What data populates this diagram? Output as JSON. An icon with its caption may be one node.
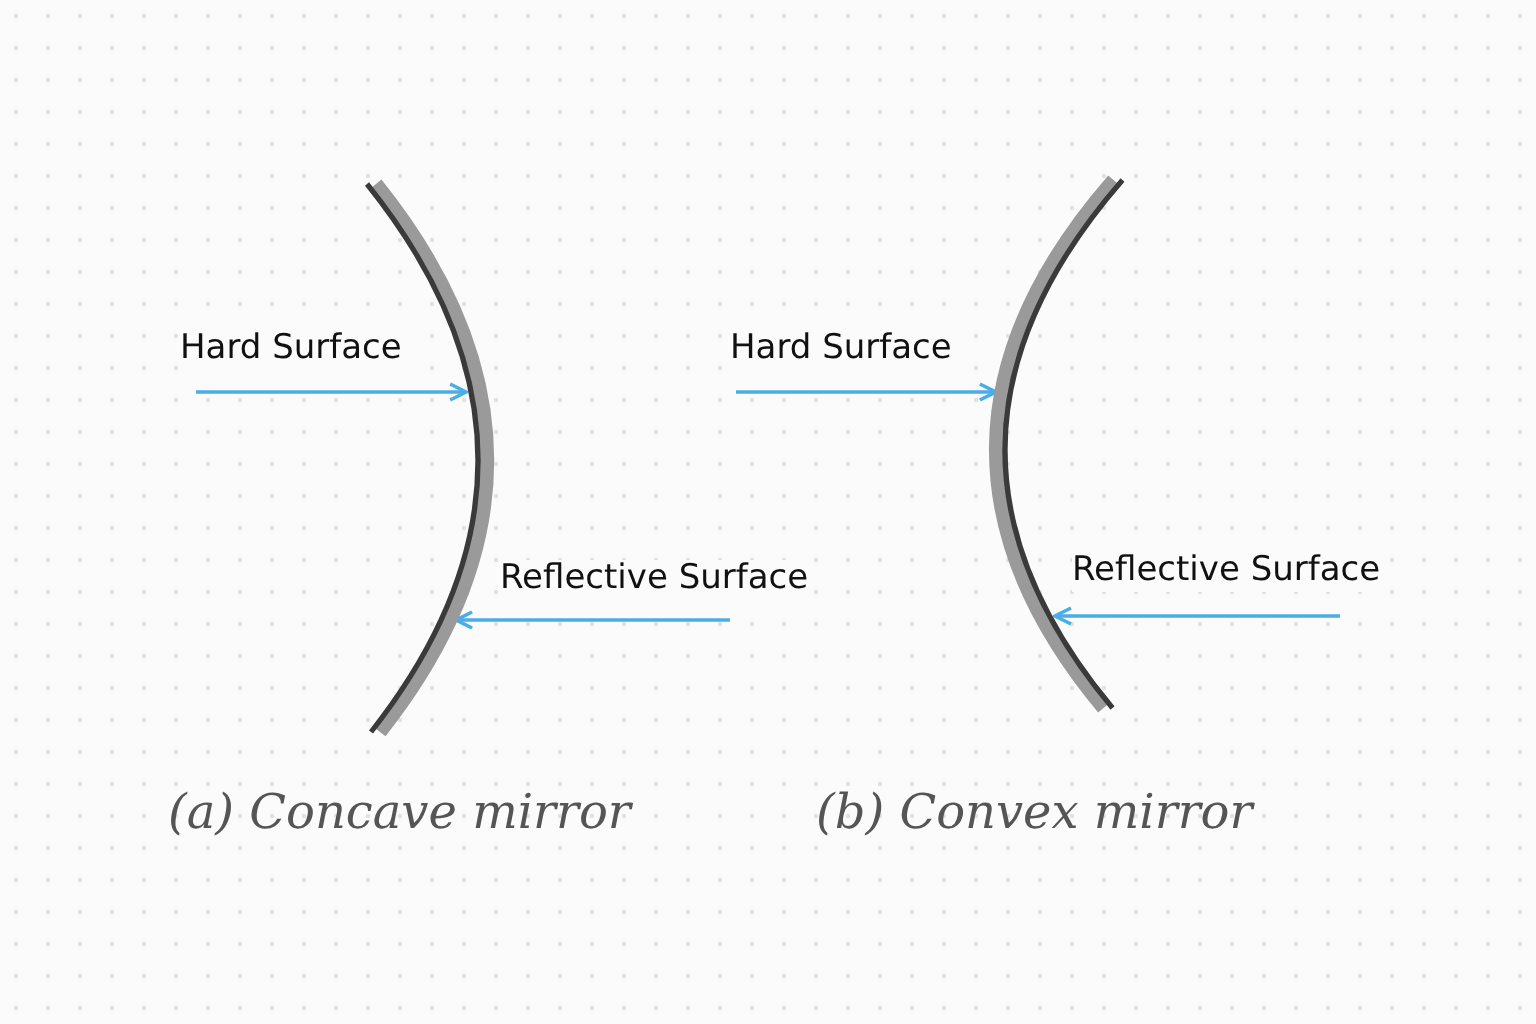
{
  "diagram": {
    "nodes": [
      {
        "text": [],
        "shape": "arc",
        "beside": [
          "(a) Concave mirror"
        ]
      },
      {
        "text": [],
        "shape": "arc",
        "beside": [
          "(b) Convex mirror"
        ]
      }
    ],
    "edges": [
      {
        "from": null,
        "to": 0,
        "arrow": "to",
        "label": "Hard Surface"
      },
      {
        "from": null,
        "to": 0,
        "arrow": "to",
        "label": "Reflective Surface"
      },
      {
        "from": null,
        "to": 1,
        "arrow": "to",
        "label": "Hard Surface"
      },
      {
        "from": null,
        "to": 1,
        "arrow": "to",
        "label": "Reflective Surface"
      }
    ]
  }
}
